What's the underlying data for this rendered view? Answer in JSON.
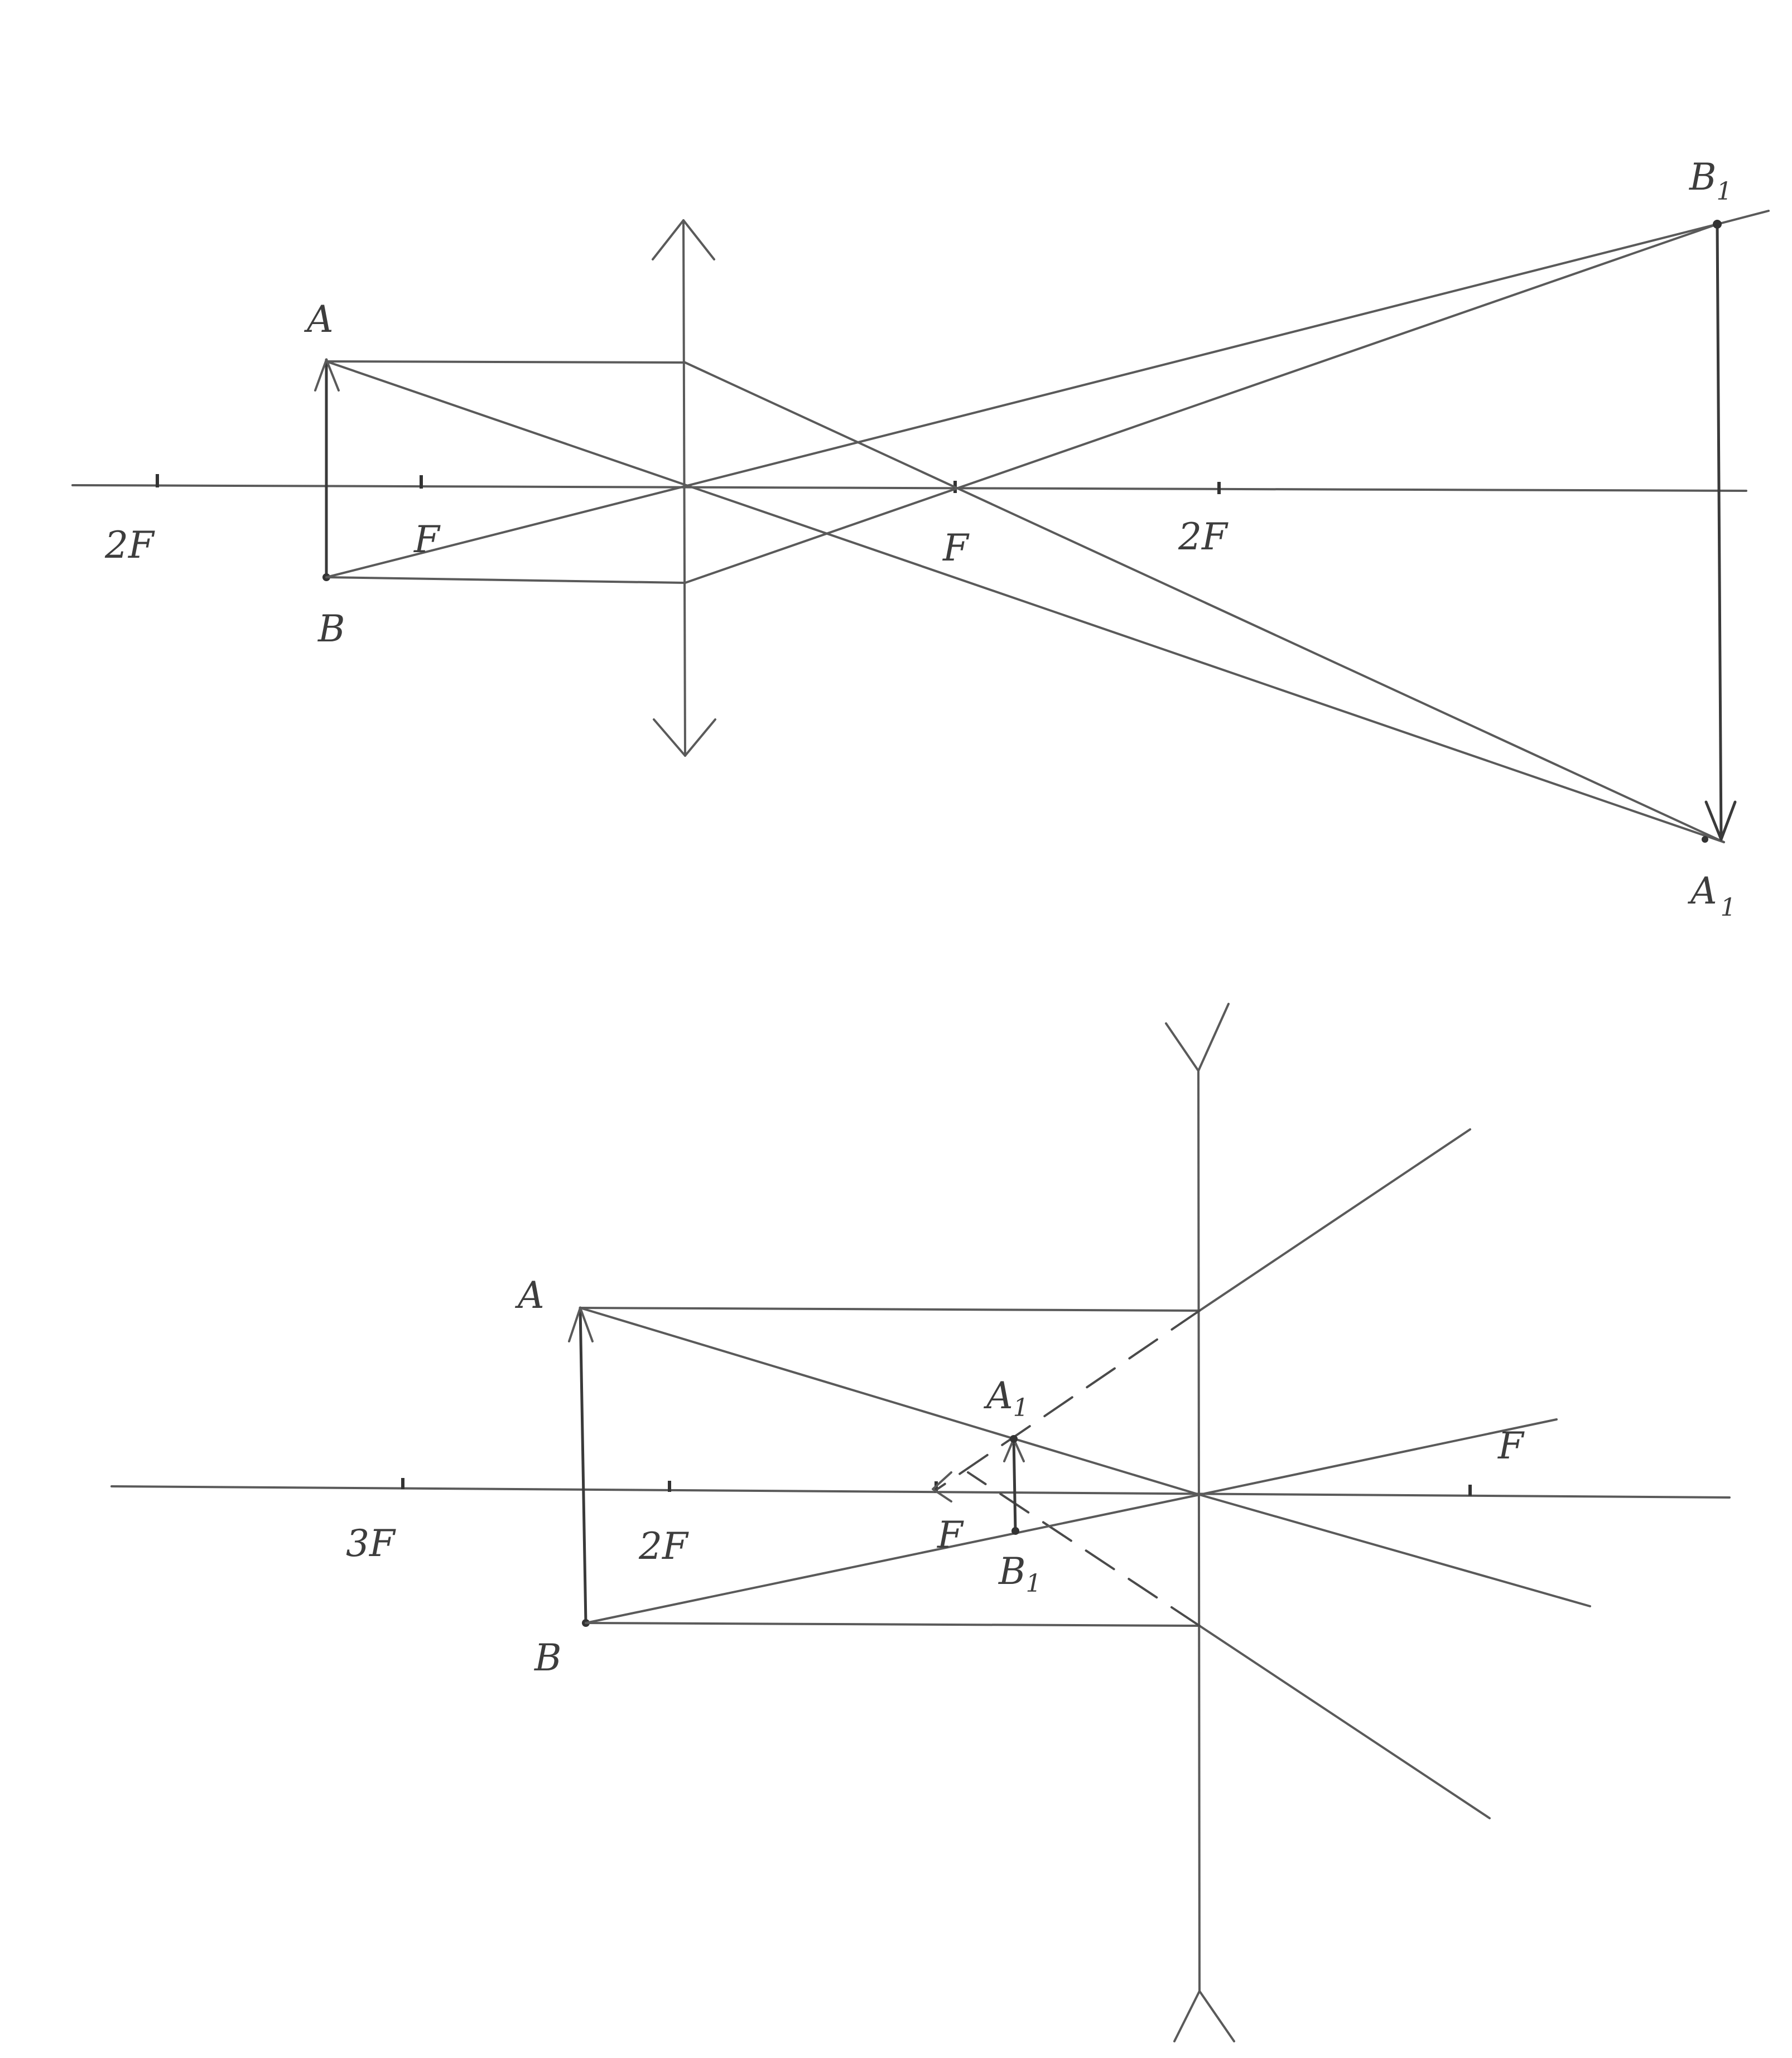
{
  "diagram_top": {
    "lens_type": "converging",
    "labels": {
      "object_top": "A",
      "object_bottom": "B",
      "focus_left": "F",
      "double_focus_left": "2F",
      "focus_right": "F",
      "double_focus_right": "2F",
      "image_top": "B",
      "image_top_sub": "1",
      "image_bottom": "A",
      "image_bottom_sub": "1"
    }
  },
  "diagram_bottom": {
    "lens_type": "diverging",
    "labels": {
      "object_top": "A",
      "object_bottom": "B",
      "triple_focus_left": "3F",
      "double_focus_left": "2F",
      "focus_left": "F",
      "focus_right": "F",
      "image_top": "A",
      "image_top_sub": "1",
      "image_bottom": "B",
      "image_bottom_sub": "1"
    }
  }
}
